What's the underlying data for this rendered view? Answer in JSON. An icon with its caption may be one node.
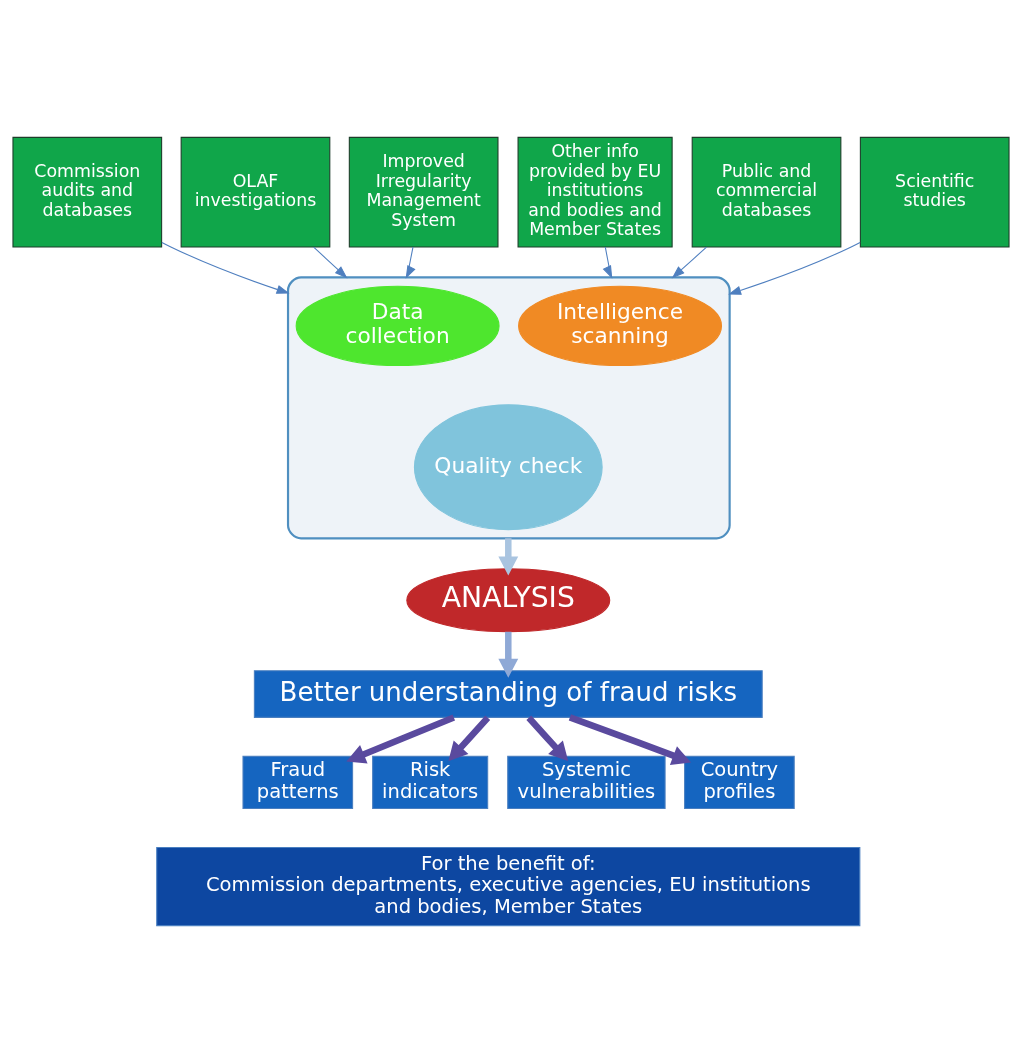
{
  "diagram": {
    "nodes": [
      {
        "text": [
          "Commission audits and databases"
        ]
      },
      {
        "text": [
          "OLAF investigations"
        ]
      },
      {
        "text": [
          "Improved Irregularity Management System"
        ]
      },
      {
        "text": [
          "Other info provided by EU institutions and bodies and Member States"
        ]
      },
      {
        "text": [
          "Public and commercial databases"
        ]
      },
      {
        "text": [
          "Scientific studies"
        ]
      },
      {
        "text": [],
        "shape": "funnel"
      },
      {
        "text": [
          "Data collection"
        ],
        "in": 6
      },
      {
        "text": [
          "Intelligence scanning"
        ],
        "in": 6
      },
      {
        "text": [
          "Quality check"
        ],
        "in": 6
      },
      {
        "text": [
          "ANALYSIS"
        ]
      },
      {
        "text": [
          "Better understanding of fraud risks"
        ]
      },
      {
        "text": [
          "Fraud patterns"
        ]
      },
      {
        "text": [
          "Risk indicators"
        ]
      },
      {
        "text": [
          "Systemic vulnerabilities"
        ]
      },
      {
        "text": [
          "Country profiles"
        ]
      },
      {
        "text": [
          "For the benefit of:",
          "Commission departments, executive agencies, EU institutions and bodies, Member States"
        ]
      }
    ],
    "edges": [
      {
        "from": 0,
        "to": 6,
        "arrow": "to"
      },
      {
        "from": 1,
        "to": 6,
        "arrow": "to"
      },
      {
        "from": 2,
        "to": 6,
        "arrow": "to"
      },
      {
        "from": 3,
        "to": 6,
        "arrow": "to"
      },
      {
        "from": 4,
        "to": 6,
        "arrow": "to"
      },
      {
        "from": 5,
        "to": 6,
        "arrow": "to"
      },
      {
        "from": 6,
        "to": 10,
        "arrow": "to",
        "style": "thick",
        "color": "#a9c4e0"
      },
      {
        "from": 10,
        "to": 11,
        "arrow": "to",
        "style": "thick",
        "color": "#8fa9d6"
      },
      {
        "from": 11,
        "to": 12,
        "arrow": "to",
        "style": "thick",
        "color": "#5a4a9e"
      },
      {
        "from": 11,
        "to": 13,
        "arrow": "to",
        "style": "thick",
        "color": "#5a4a9e"
      },
      {
        "from": 11,
        "to": 14,
        "arrow": "to",
        "style": "thick",
        "color": "#5a4a9e"
      },
      {
        "from": 11,
        "to": 15,
        "arrow": "to",
        "style": "thick",
        "color": "#5a4a9e"
      }
    ]
  }
}
